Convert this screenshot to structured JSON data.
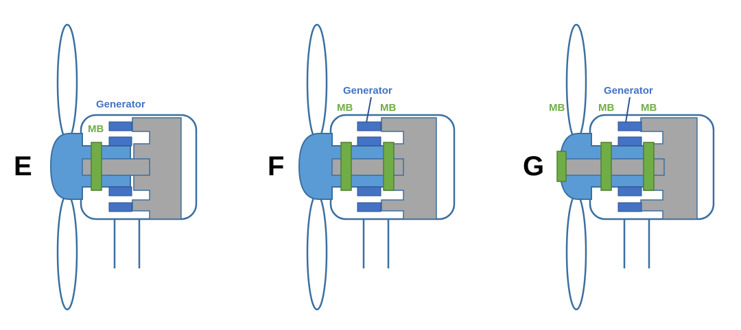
{
  "colors": {
    "outline": "#3b6fa0",
    "hub_fill": "#5b9bd5",
    "shaft_gray": "#a6a6a6",
    "bearing_green": "#70ad47",
    "bearing_stroke": "#507e32",
    "generator_blue": "#4472c4",
    "generator_label": "#4472c4",
    "mb_label": "#70ad47"
  },
  "diagrams": [
    {
      "label": "E",
      "generator_label": "Generator",
      "mb_labels": [
        "MB"
      ]
    },
    {
      "label": "F",
      "generator_label": "Generator",
      "mb_labels": [
        "MB",
        "MB"
      ]
    },
    {
      "label": "G",
      "generator_label": "Generator",
      "mb_labels": [
        "MB",
        "MB",
        "MB"
      ]
    }
  ]
}
